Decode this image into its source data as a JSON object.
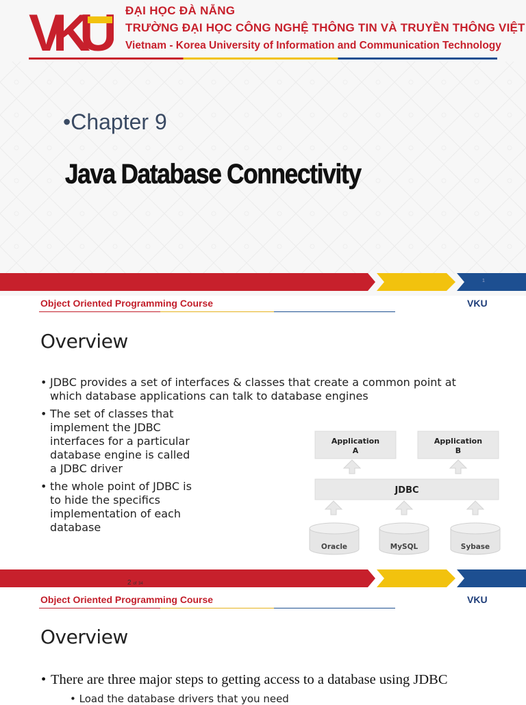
{
  "slide1": {
    "logo_text": "VKU",
    "header_lines": [
      "ĐẠI HỌC ĐÀ NẴNG",
      "TRƯỜNG ĐẠI HỌC CÔNG NGHỆ THÔNG TIN VÀ TRUYỀN THÔNG VIỆT - HÀN",
      "Vietnam - Korea University of Information and Communication Technology"
    ],
    "chapter": "•Chapter 9",
    "title": "Java Database Connectivity",
    "slide_number": "1"
  },
  "slide2": {
    "course": "Object Oriented Programming Course",
    "vku": "VKU",
    "heading": "Overview",
    "bullets": [
      "JDBC provides a set of interfaces & classes  that create a common point at which database applications can talk to database engines",
      "The set of classes that implement the JDBC interfaces for a particular database engine is called a JDBC driver",
      "the whole point of JDBC is to hide the specifics implementation of each database"
    ],
    "diagram": {
      "app_a": [
        "Application",
        "A"
      ],
      "app_b": [
        "Application",
        "B"
      ],
      "jdbc": "JDBC",
      "dbs": [
        "Oracle",
        "MySQL",
        "Sybase"
      ]
    },
    "page": "2",
    "page_of": "of",
    "page_total": "34"
  },
  "slide3": {
    "course": "Object Oriented Programming Course",
    "vku": "VKU",
    "heading": "Overview",
    "bullet": "There are three major steps to getting access to a database using JDBC",
    "sub_bullet": "Load the database drivers that you need"
  },
  "colors": {
    "red": "#c7202c",
    "yellow": "#f2c20e",
    "blue": "#1d4f91"
  }
}
